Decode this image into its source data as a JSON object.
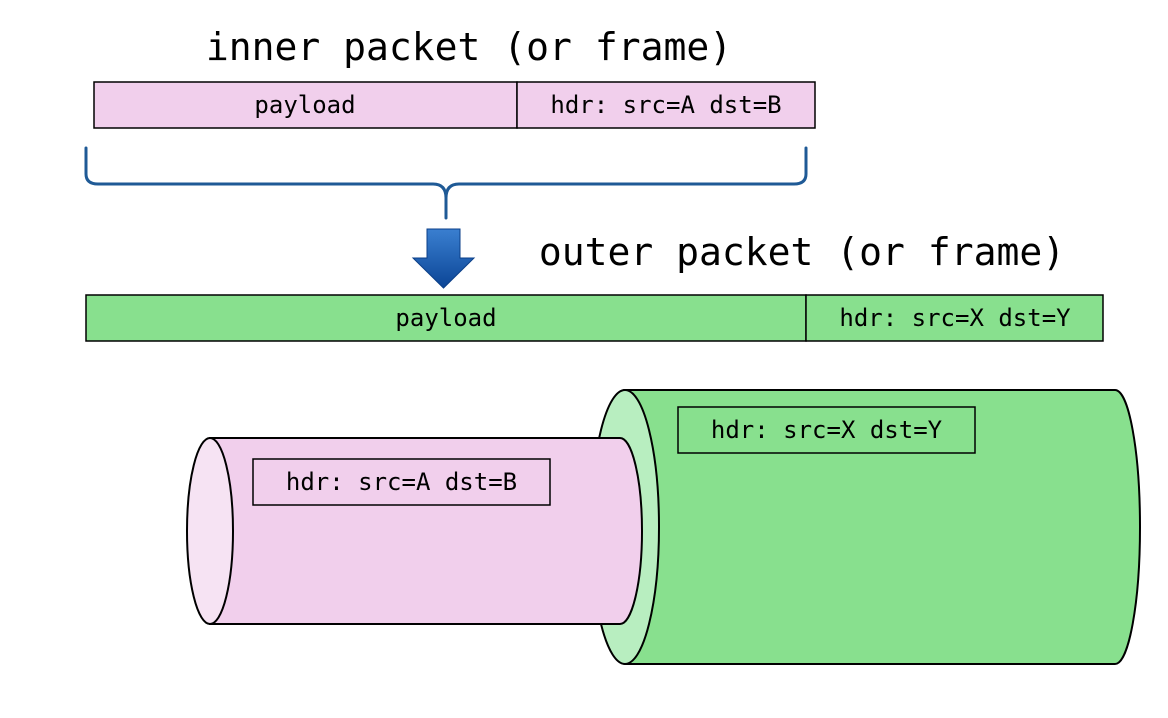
{
  "inner": {
    "title": "inner packet (or frame)",
    "payload_label": "payload",
    "header_label": "hdr: src=A dst=B"
  },
  "outer": {
    "title": "outer packet (or frame)",
    "payload_label": "payload",
    "header_label": "hdr: src=X dst=Y"
  },
  "tunnel": {
    "inner_header_label": "hdr: src=A dst=B",
    "outer_header_label": "hdr: src=X dst=Y"
  },
  "colors": {
    "inner_fill": "#f1cfec",
    "inner_face": "#f6e3f3",
    "outer_fill": "#88e08e",
    "outer_face": "#b8eec0",
    "brace": "#1f5a96",
    "arrow": "#0f4f9e",
    "outline": "#000000"
  }
}
